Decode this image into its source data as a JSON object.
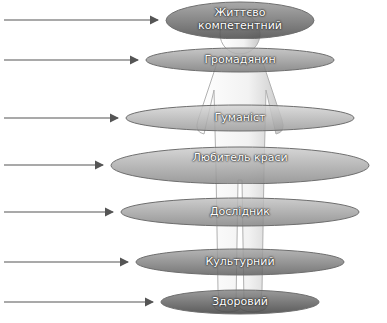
{
  "diagram": {
    "nodes": [
      {
        "text": [
          "Життєво компетентний"
        ]
      },
      {
        "text": [
          "Громадянин"
        ]
      },
      {
        "text": [
          "Гуманіст"
        ]
      },
      {
        "text": [
          "Любитель краси"
        ]
      },
      {
        "text": [
          "Дослідник"
        ]
      },
      {
        "text": [
          "Культурний"
        ]
      },
      {
        "text": [
          "Здоровий"
        ]
      }
    ]
  }
}
